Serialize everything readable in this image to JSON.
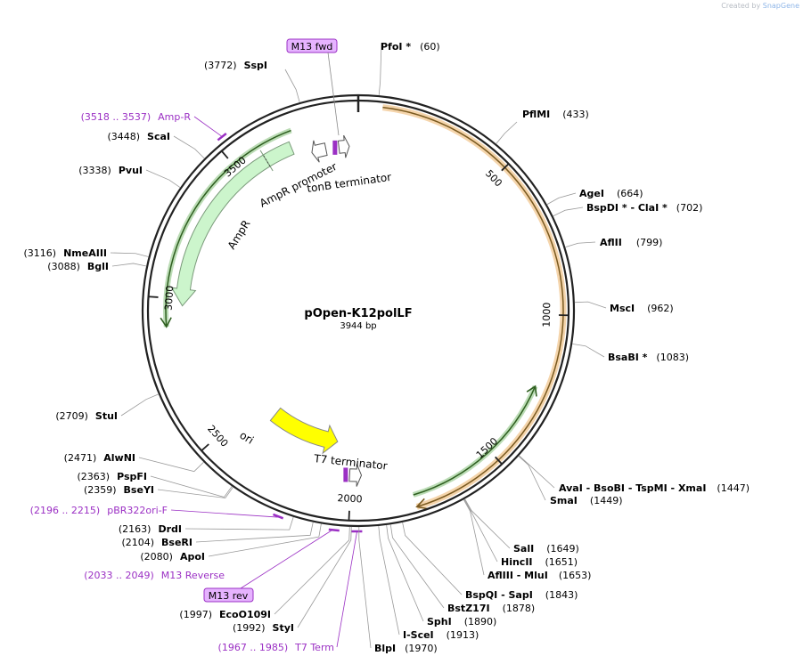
{
  "branding": {
    "created_by": "Created by",
    "app": "SnapGene"
  },
  "plasmid": {
    "name": "pOpen-K12polLF",
    "size_label": "3944 bp",
    "length": 3944
  },
  "colors": {
    "ampr": "#ccf5cc",
    "ampr_outline": "#7a9a7a",
    "ori": "#ffff00",
    "primer": "#9b30c4",
    "primer_box": "#e6b3ff",
    "orange": "#e8a248",
    "green": "#3d9a2a",
    "feature_text": "#9b30c4"
  },
  "backbone_ticks": [
    {
      "pos": 500,
      "label": "500"
    },
    {
      "pos": 1000,
      "label": "1000"
    },
    {
      "pos": 1500,
      "label": "1500"
    },
    {
      "pos": 2000,
      "label": "2000"
    },
    {
      "pos": 2500,
      "label": "2500"
    },
    {
      "pos": 3000,
      "label": "3000"
    },
    {
      "pos": 3500,
      "label": "3500"
    }
  ],
  "feature_labels": {
    "ampr": "AmpR",
    "ampr_promoter": "AmpR promoter",
    "tonb": "tonB terminator",
    "ori": "ori",
    "t7term": "T7 terminator"
  },
  "primer_boxes": {
    "m13fwd": "M13 fwd",
    "m13rev": "M13 rev"
  },
  "sites": [
    {
      "pos": 60,
      "name": "PfoI *",
      "num": "(60)",
      "side": "right"
    },
    {
      "pos": 433,
      "name": "PflMI",
      "num": "(433)",
      "side": "right"
    },
    {
      "pos": 664,
      "name": "AgeI",
      "num": "(664)",
      "side": "right"
    },
    {
      "pos": 702,
      "name": "BspDI * - ClaI *",
      "num": "(702)",
      "side": "right"
    },
    {
      "pos": 799,
      "name": "AflII",
      "num": "(799)",
      "side": "right"
    },
    {
      "pos": 962,
      "name": "MscI",
      "num": "(962)",
      "side": "right"
    },
    {
      "pos": 1083,
      "name": "BsaBI *",
      "num": "(1083)",
      "side": "right"
    },
    {
      "pos": 1447,
      "name": "AvaI - BsoBI - TspMI - XmaI",
      "num": "(1447)",
      "side": "right"
    },
    {
      "pos": 1449,
      "name": "SmaI",
      "num": "(1449)",
      "side": "right"
    },
    {
      "pos": 1649,
      "name": "SalI",
      "num": "(1649)",
      "side": "right"
    },
    {
      "pos": 1651,
      "name": "HincII",
      "num": "(1651)",
      "side": "right"
    },
    {
      "pos": 1653,
      "name": "AflIII - MluI",
      "num": "(1653)",
      "side": "right"
    },
    {
      "pos": 1843,
      "name": "BspQI - SapI",
      "num": "(1843)",
      "side": "right"
    },
    {
      "pos": 1878,
      "name": "BstZ17I",
      "num": "(1878)",
      "side": "right"
    },
    {
      "pos": 1890,
      "name": "SphI",
      "num": "(1890)",
      "side": "right"
    },
    {
      "pos": 1913,
      "name": "I-SceI",
      "num": "(1913)",
      "side": "right"
    },
    {
      "pos": 1970,
      "name": "BlpI",
      "num": "(1970)",
      "side": "right"
    },
    {
      "pos": 1992,
      "name": "StyI",
      "num": "(1992)",
      "side": "left"
    },
    {
      "pos": 1997,
      "name": "EcoO109I",
      "num": "(1997)",
      "side": "left"
    },
    {
      "pos": 2080,
      "name": "ApoI",
      "num": "(2080)",
      "side": "left"
    },
    {
      "pos": 2104,
      "name": "BseRI",
      "num": "(2104)",
      "side": "left"
    },
    {
      "pos": 2163,
      "name": "DrdI",
      "num": "(2163)",
      "side": "left"
    },
    {
      "pos": 2359,
      "name": "BseYI",
      "num": "(2359)",
      "side": "left"
    },
    {
      "pos": 2363,
      "name": "PspFI",
      "num": "(2363)",
      "side": "left"
    },
    {
      "pos": 2471,
      "name": "AlwNI",
      "num": "(2471)",
      "side": "left"
    },
    {
      "pos": 2709,
      "name": "StuI",
      "num": "(2709)",
      "side": "left"
    },
    {
      "pos": 3088,
      "name": "BglI",
      "num": "(3088)",
      "side": "left"
    },
    {
      "pos": 3116,
      "name": "NmeAIII",
      "num": "(3116)",
      "side": "left"
    },
    {
      "pos": 3338,
      "name": "PvuI",
      "num": "(3338)",
      "side": "left"
    },
    {
      "pos": 3448,
      "name": "ScaI",
      "num": "(3448)",
      "side": "left"
    },
    {
      "pos": 3772,
      "name": "SspI",
      "num": "(3772)",
      "side": "left"
    }
  ],
  "primer_sites": [
    {
      "name": "Amp-R",
      "range": "(3518 .. 3537)"
    },
    {
      "name": "pBR322ori-F",
      "range": "(2196 .. 2215)"
    },
    {
      "name": "M13 Reverse",
      "range": "(2033 .. 2049)"
    },
    {
      "name": "T7 Term",
      "range": "(1967 .. 1985)"
    }
  ]
}
